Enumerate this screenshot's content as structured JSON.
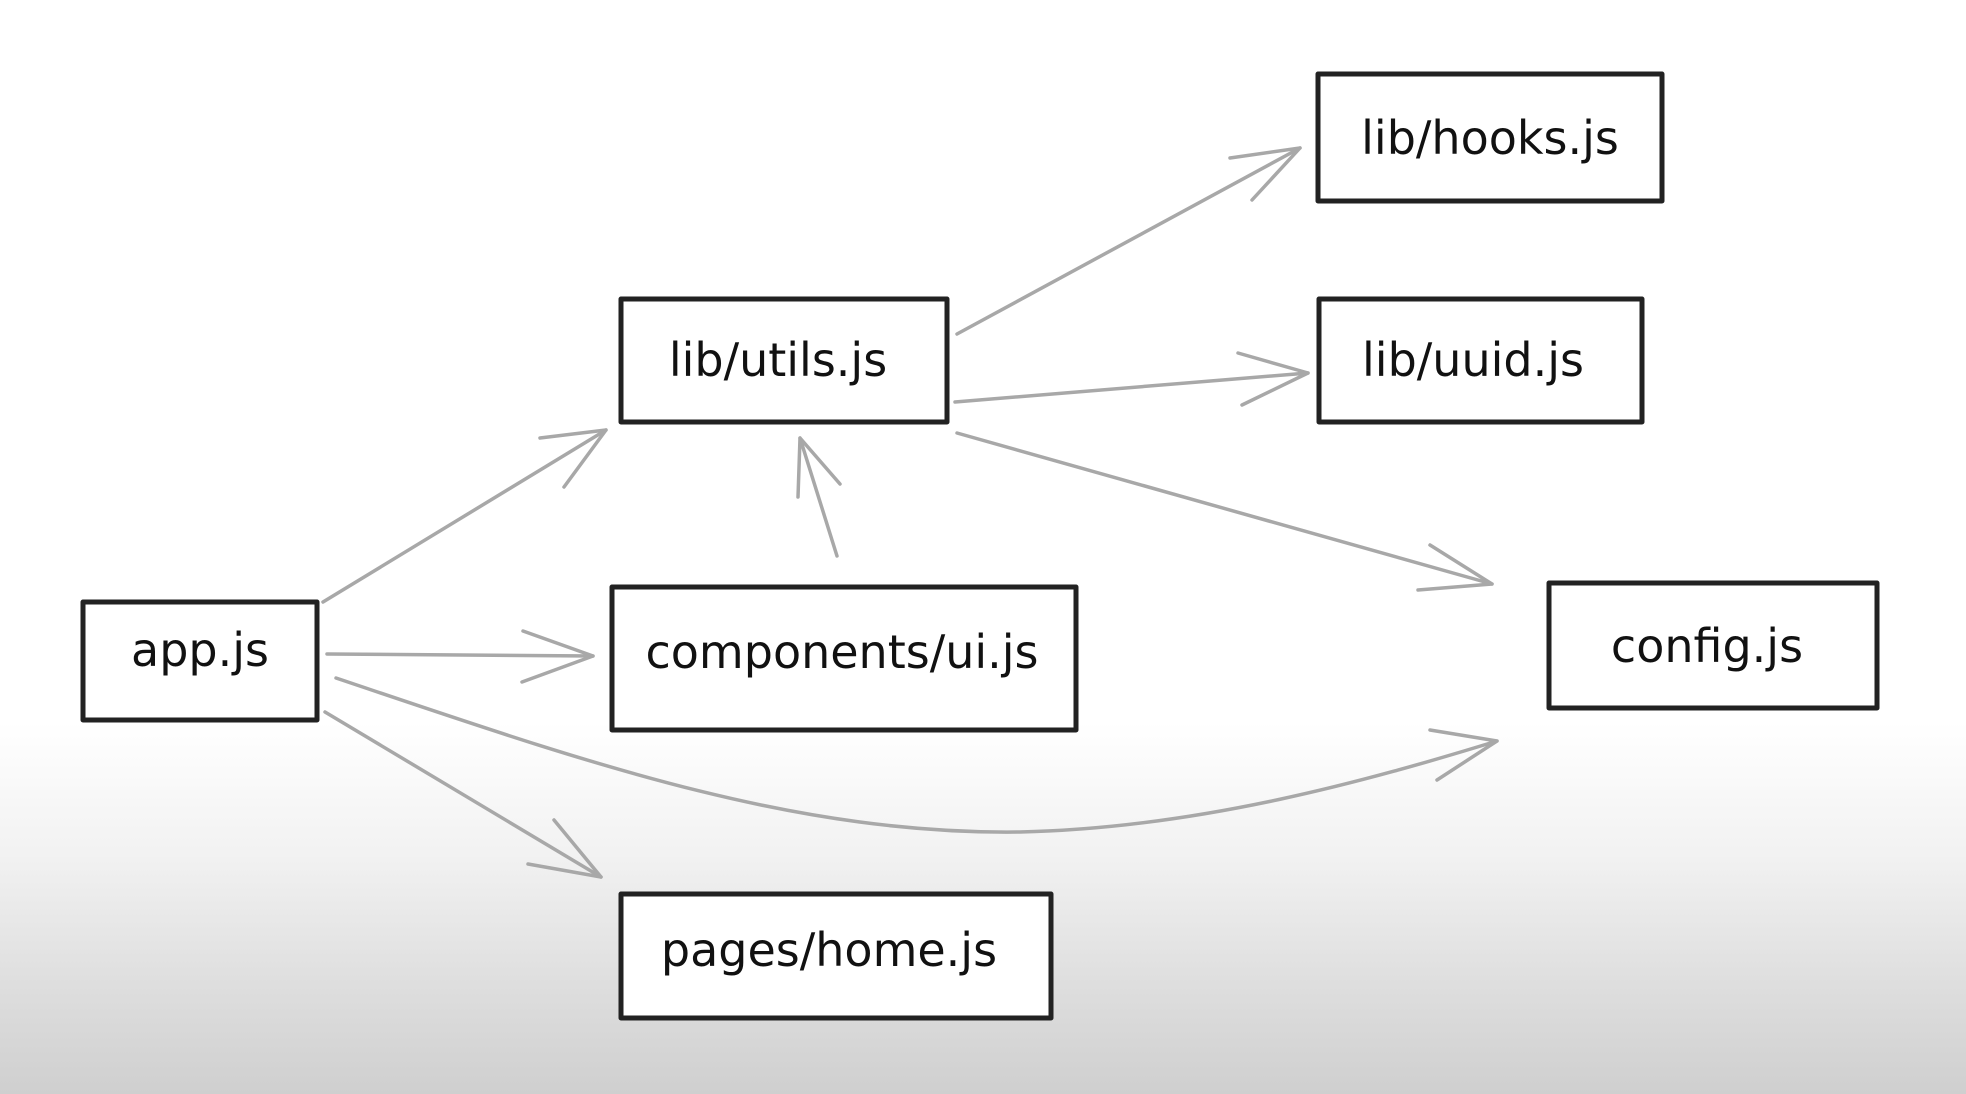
{
  "diagram": {
    "type": "dependency-graph",
    "nodes": [
      {
        "id": "app",
        "label": "app.js"
      },
      {
        "id": "utils",
        "label": "lib/utils.js"
      },
      {
        "id": "ui",
        "label": "components/ui.js"
      },
      {
        "id": "home",
        "label": "pages/home.js"
      },
      {
        "id": "hooks",
        "label": "lib/hooks.js"
      },
      {
        "id": "uuid",
        "label": "lib/uuid.js"
      },
      {
        "id": "config",
        "label": "config.js"
      }
    ],
    "edges": [
      {
        "from": "app",
        "to": "utils"
      },
      {
        "from": "app",
        "to": "ui"
      },
      {
        "from": "app",
        "to": "home"
      },
      {
        "from": "app",
        "to": "config"
      },
      {
        "from": "ui",
        "to": "utils"
      },
      {
        "from": "utils",
        "to": "hooks"
      },
      {
        "from": "utils",
        "to": "uuid"
      },
      {
        "from": "utils",
        "to": "config"
      }
    ],
    "colors": {
      "node_border": "#222222",
      "edge": "#a8a8a8",
      "text": "#111111"
    }
  }
}
